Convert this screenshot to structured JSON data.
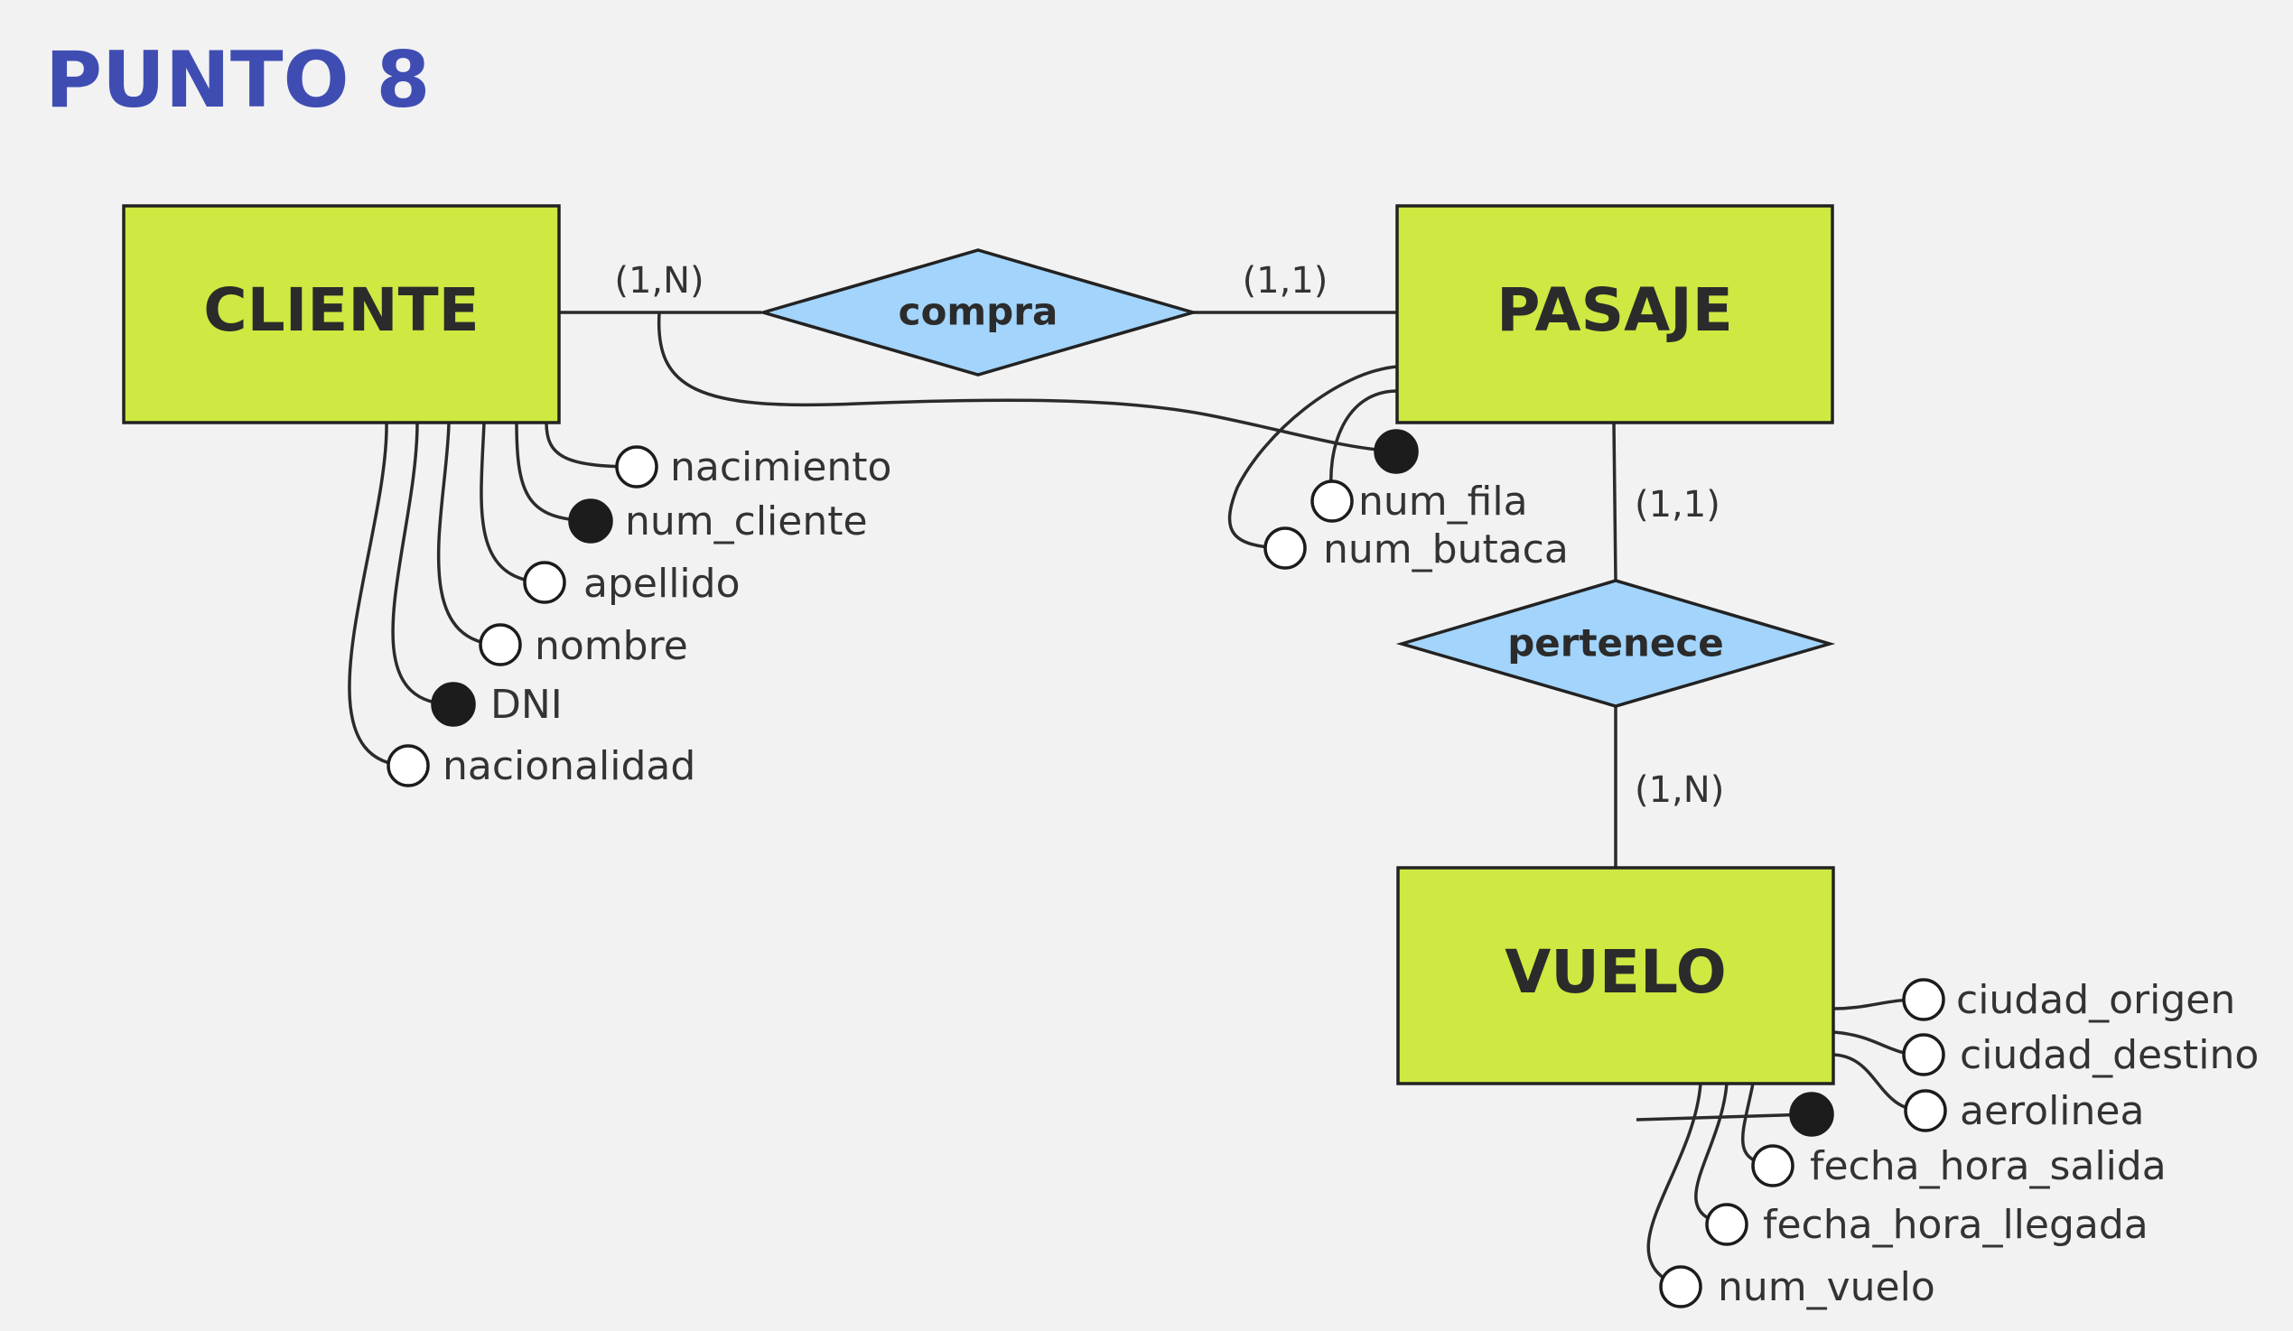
{
  "title": "PUNTO 8",
  "entities": {
    "cliente": "CLIENTE",
    "pasaje": "PASAJE",
    "vuelo": "VUELO"
  },
  "relationships": {
    "compra": "compra",
    "pertenece": "pertenece"
  },
  "cardinalities": {
    "cliente_compra": "(1,N)",
    "pasaje_compra": "(1,1)",
    "pasaje_pertenece": "(1,1)",
    "vuelo_pertenece": "(1,N)"
  },
  "attributes": {
    "cliente": {
      "nacimiento": "nacimiento",
      "num_cliente": "num_cliente",
      "apellido": "apellido",
      "nombre": "nombre",
      "dni": "DNI",
      "nacionalidad": "nacionalidad"
    },
    "pasaje": {
      "num_fila": "num_fila",
      "num_butaca": "num_butaca"
    },
    "vuelo": {
      "ciudad_origen": "ciudad_origen",
      "ciudad_destino": "ciudad_destino",
      "aerolinea": "aerolinea",
      "fecha_hora_salida": "fecha_hora_salida",
      "fecha_hora_llegada": "fecha_hora_llegada",
      "num_vuelo": "num_vuelo"
    }
  },
  "colors": {
    "title": "#3f4db3",
    "entity_fill": "#cfe842",
    "relationship_fill": "#a3d4fb",
    "background": "#f2f2f2"
  }
}
